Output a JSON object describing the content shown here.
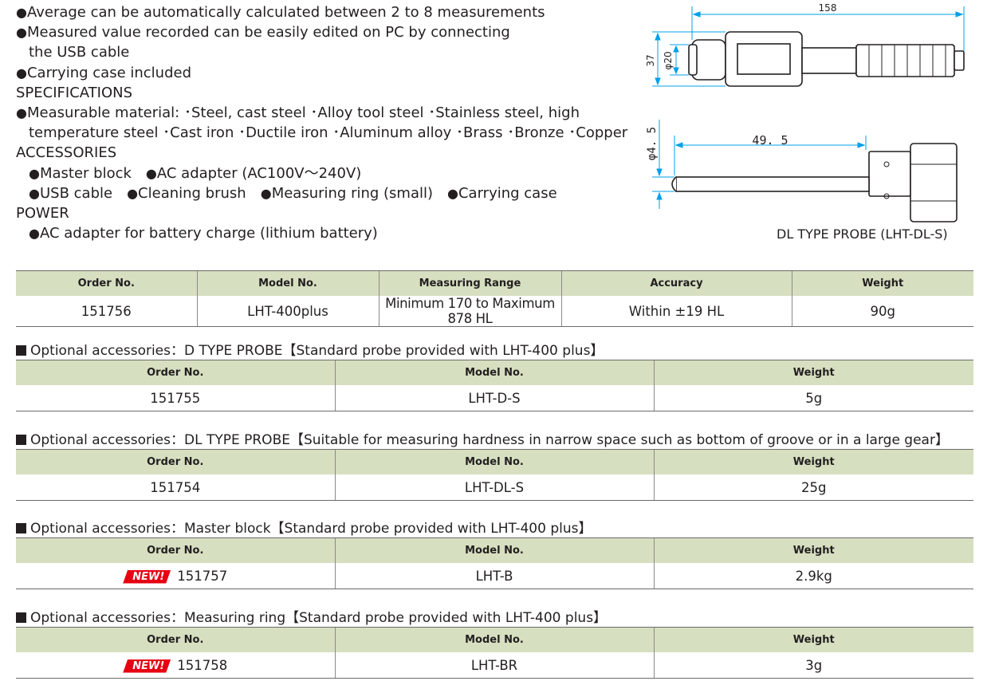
{
  "features": {
    "bullet": "●",
    "feature_1": "Average can be automatically calculated between 2 to 8 measurements",
    "feature_2a": "Measured value recorded can be easily edited on PC by connecting",
    "feature_2b": "the USB cable",
    "feature_3": "Carrying case included",
    "specifications_heading": "SPECIFICATIONS",
    "material_a": "Measurable material: ･Steel, cast steel ･Alloy tool steel ･Stainless steel, high",
    "material_b": "temperature steel ･Cast iron ･Ductile iron ･Aluminum alloy ･Brass ･Bronze ･Copper",
    "accessories_heading": "ACCESSORIES",
    "accessories": [
      "Master block",
      "AC adapter (AC100V～240V)",
      "USB cable",
      "Cleaning brush",
      "Measuring ring (small)",
      "Carrying case"
    ],
    "power_heading": "POWER",
    "power_item": "AC adapter for battery charge (lithium battery)"
  },
  "diagram": {
    "dim_length": "158",
    "dim_height": "37",
    "dim_diameter": "φ20",
    "dim_probe_length": "49. 5",
    "dim_probe_diameter": "φ4. 5",
    "probe_caption": "DL TYPE PROBE (LHT-DL-S)"
  },
  "main_table": {
    "headers": [
      "Order No.",
      "Model No.",
      "Measuring Range",
      "Accuracy",
      "Weight"
    ],
    "row": [
      "151756",
      "LHT-400plus",
      "Minimum 170 to Maximum 878 HL",
      "Within ±19 HL",
      "90g"
    ]
  },
  "optional_sections": [
    {
      "title": "Optional accessories：D TYPE PROBE【Standard probe provided with LHT-400 plus】",
      "headers": [
        "Order No.",
        "Model No.",
        "Weight"
      ],
      "row": [
        "151755",
        "LHT-D-S",
        "5g"
      ]
    },
    {
      "title": "Optional accessories：DL TYPE PROBE【Suitable for measuring hardness in narrow space such as bottom of groove or in a large gear】",
      "headers": [
        "Order No.",
        "Model No.",
        "Weight"
      ],
      "row": [
        "151754",
        "LHT-DL-S",
        "25g"
      ]
    },
    {
      "title": "Optional accessories：Master block【Standard probe provided with LHT-400 plus】",
      "headers": [
        "Order No.",
        "Model No.",
        "Weight"
      ],
      "badge": "NEW!",
      "row": [
        "151757",
        "LHT-B",
        "2.9kg"
      ]
    },
    {
      "title": "Optional accessories：Measuring ring【Standard probe provided with LHT-400 plus】",
      "headers": [
        "Order No.",
        "Model No.",
        "Weight"
      ],
      "badge": "NEW!",
      "row": [
        "151758",
        "LHT-BR",
        "3g"
      ]
    }
  ],
  "colors": {
    "header_bg": "#d6dfc0",
    "dimension_line": "#00a0e9",
    "badge": "#e60012",
    "text": "#231f20"
  }
}
